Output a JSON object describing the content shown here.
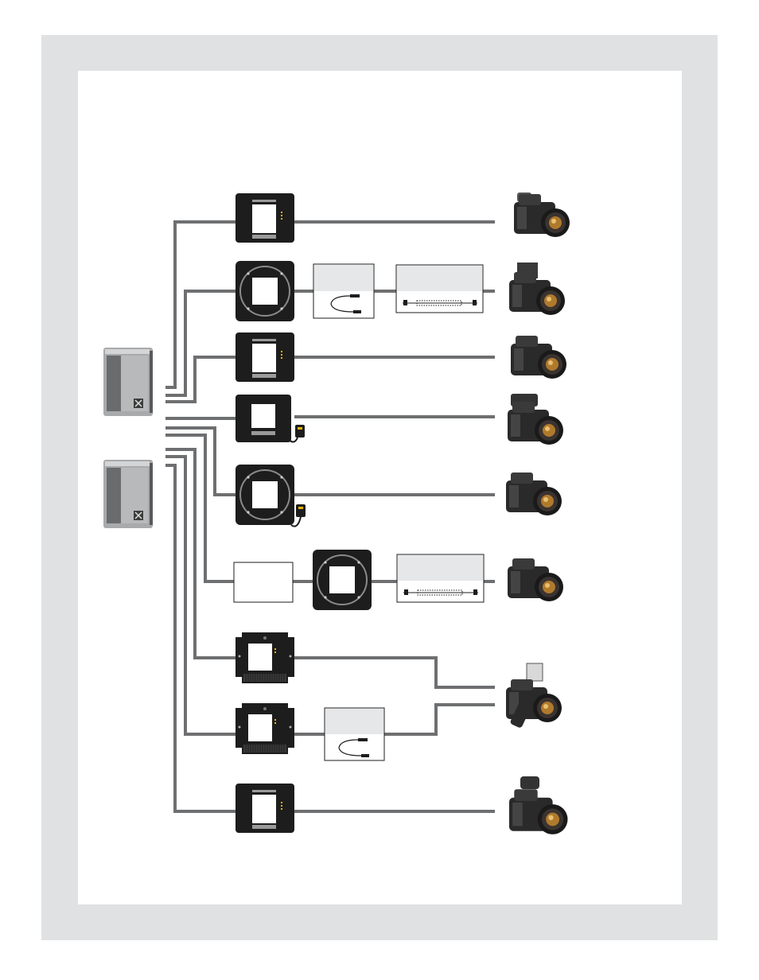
{
  "diagram": {
    "kind": "camera back compatibility chart",
    "colors": {
      "frame_gray": "#e0e1e2",
      "wire_gray": "#6e6f71",
      "adapter_black": "#1d1d1d",
      "accent_yellow": "#e8b400",
      "cable_header_gray": "#e6e7e8"
    },
    "digital_backs": [
      {
        "id": "digital-back-1",
        "icon": "digital-back-icon"
      },
      {
        "id": "digital-back-2",
        "icon": "digital-back-icon"
      }
    ],
    "rows": [
      {
        "adapter": "square-interface-plate",
        "cables": [],
        "camera": "camera-1"
      },
      {
        "adapter": "round-bayonet-plate",
        "cables": [
          "sync-cable-box",
          "coiled-release-cable-box"
        ],
        "camera": "camera-2"
      },
      {
        "adapter": "square-interface-plate",
        "cables": [],
        "camera": "camera-3"
      },
      {
        "adapter": "square-plate-with-connector",
        "cables": [],
        "camera": "camera-4"
      },
      {
        "adapter": "round-plate-with-connector",
        "cables": [],
        "camera": "camera-5"
      },
      {
        "adapter": "round-bayonet-plate",
        "cables": [
          "blank-adapter-box",
          "coiled-release-cable-box"
        ],
        "camera": "camera-6"
      },
      {
        "adapter": "large-format-plate",
        "cables": [],
        "camera": "camera-7"
      },
      {
        "adapter": "large-format-plate",
        "cables": [
          "sync-cable-box"
        ],
        "camera": "camera-7"
      },
      {
        "adapter": "square-interface-plate",
        "cables": [],
        "camera": "camera-8"
      }
    ]
  }
}
